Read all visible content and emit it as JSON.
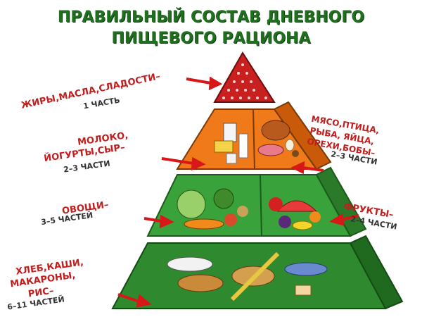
{
  "title": {
    "line1": "ПРАВИЛЬНЫЙ СОСТАВ ДНЕВНОГО",
    "line2": "ПИЩЕВОГО РАЦИОНА"
  },
  "levels": {
    "fats": {
      "name": "ЖИРЫ,МАСЛА,СЛАДОСТИ–",
      "portion": "1 ЧАСТЬ"
    },
    "dairy": {
      "line1": "МОЛОКО,",
      "line2": "ЙОГУРТЫ,СЫР–",
      "portion": "2–3 ЧАСТИ"
    },
    "protein": {
      "line1": "МЯСО,ПТИЦА,",
      "line2": "РЫБА, ЯЙЦА,",
      "line3": "ОРЕХИ,БОБЫ–",
      "portion": "2–3 ЧАСТИ"
    },
    "vegetables": {
      "name": "ОВОЩИ–",
      "portion": "3–5 ЧАСТЕЙ"
    },
    "fruits": {
      "name": "ФРУКТЫ–",
      "portion": "2–4 ЧАСТИ"
    },
    "grains": {
      "line1": "ХЛЕБ,КАШИ,",
      "line2": "МАКАРОНЫ,",
      "line3": "РИС–",
      "portion": "6–11 ЧАСТЕЙ"
    }
  },
  "colors": {
    "top": "#c8201e",
    "dairy": "#f07a1a",
    "green": "#3aa23a",
    "bottom": "#2f8a2f",
    "label": "#c21e1e",
    "arrow": "#d81818"
  }
}
